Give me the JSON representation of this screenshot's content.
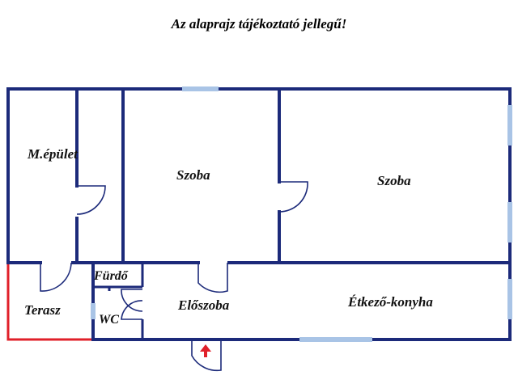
{
  "title": "Az alaprajz tájékoztató jellegű!",
  "rooms": {
    "melleképület": "M.épület",
    "szoba1": "Szoba",
    "szoba2": "Szoba",
    "furdo": "Fürdő",
    "terasz": "Terasz",
    "wc": "WC",
    "eloszoba": "Előszoba",
    "etkezo_konyha": "Étkező-konyha"
  },
  "colors": {
    "wall": "#1c2a7a",
    "window": "#a9c4e6",
    "terrace_edge": "#e0202a",
    "entrance_arrow": "#e0202a"
  },
  "icons": {
    "entrance": "entrance-arrow-icon"
  }
}
